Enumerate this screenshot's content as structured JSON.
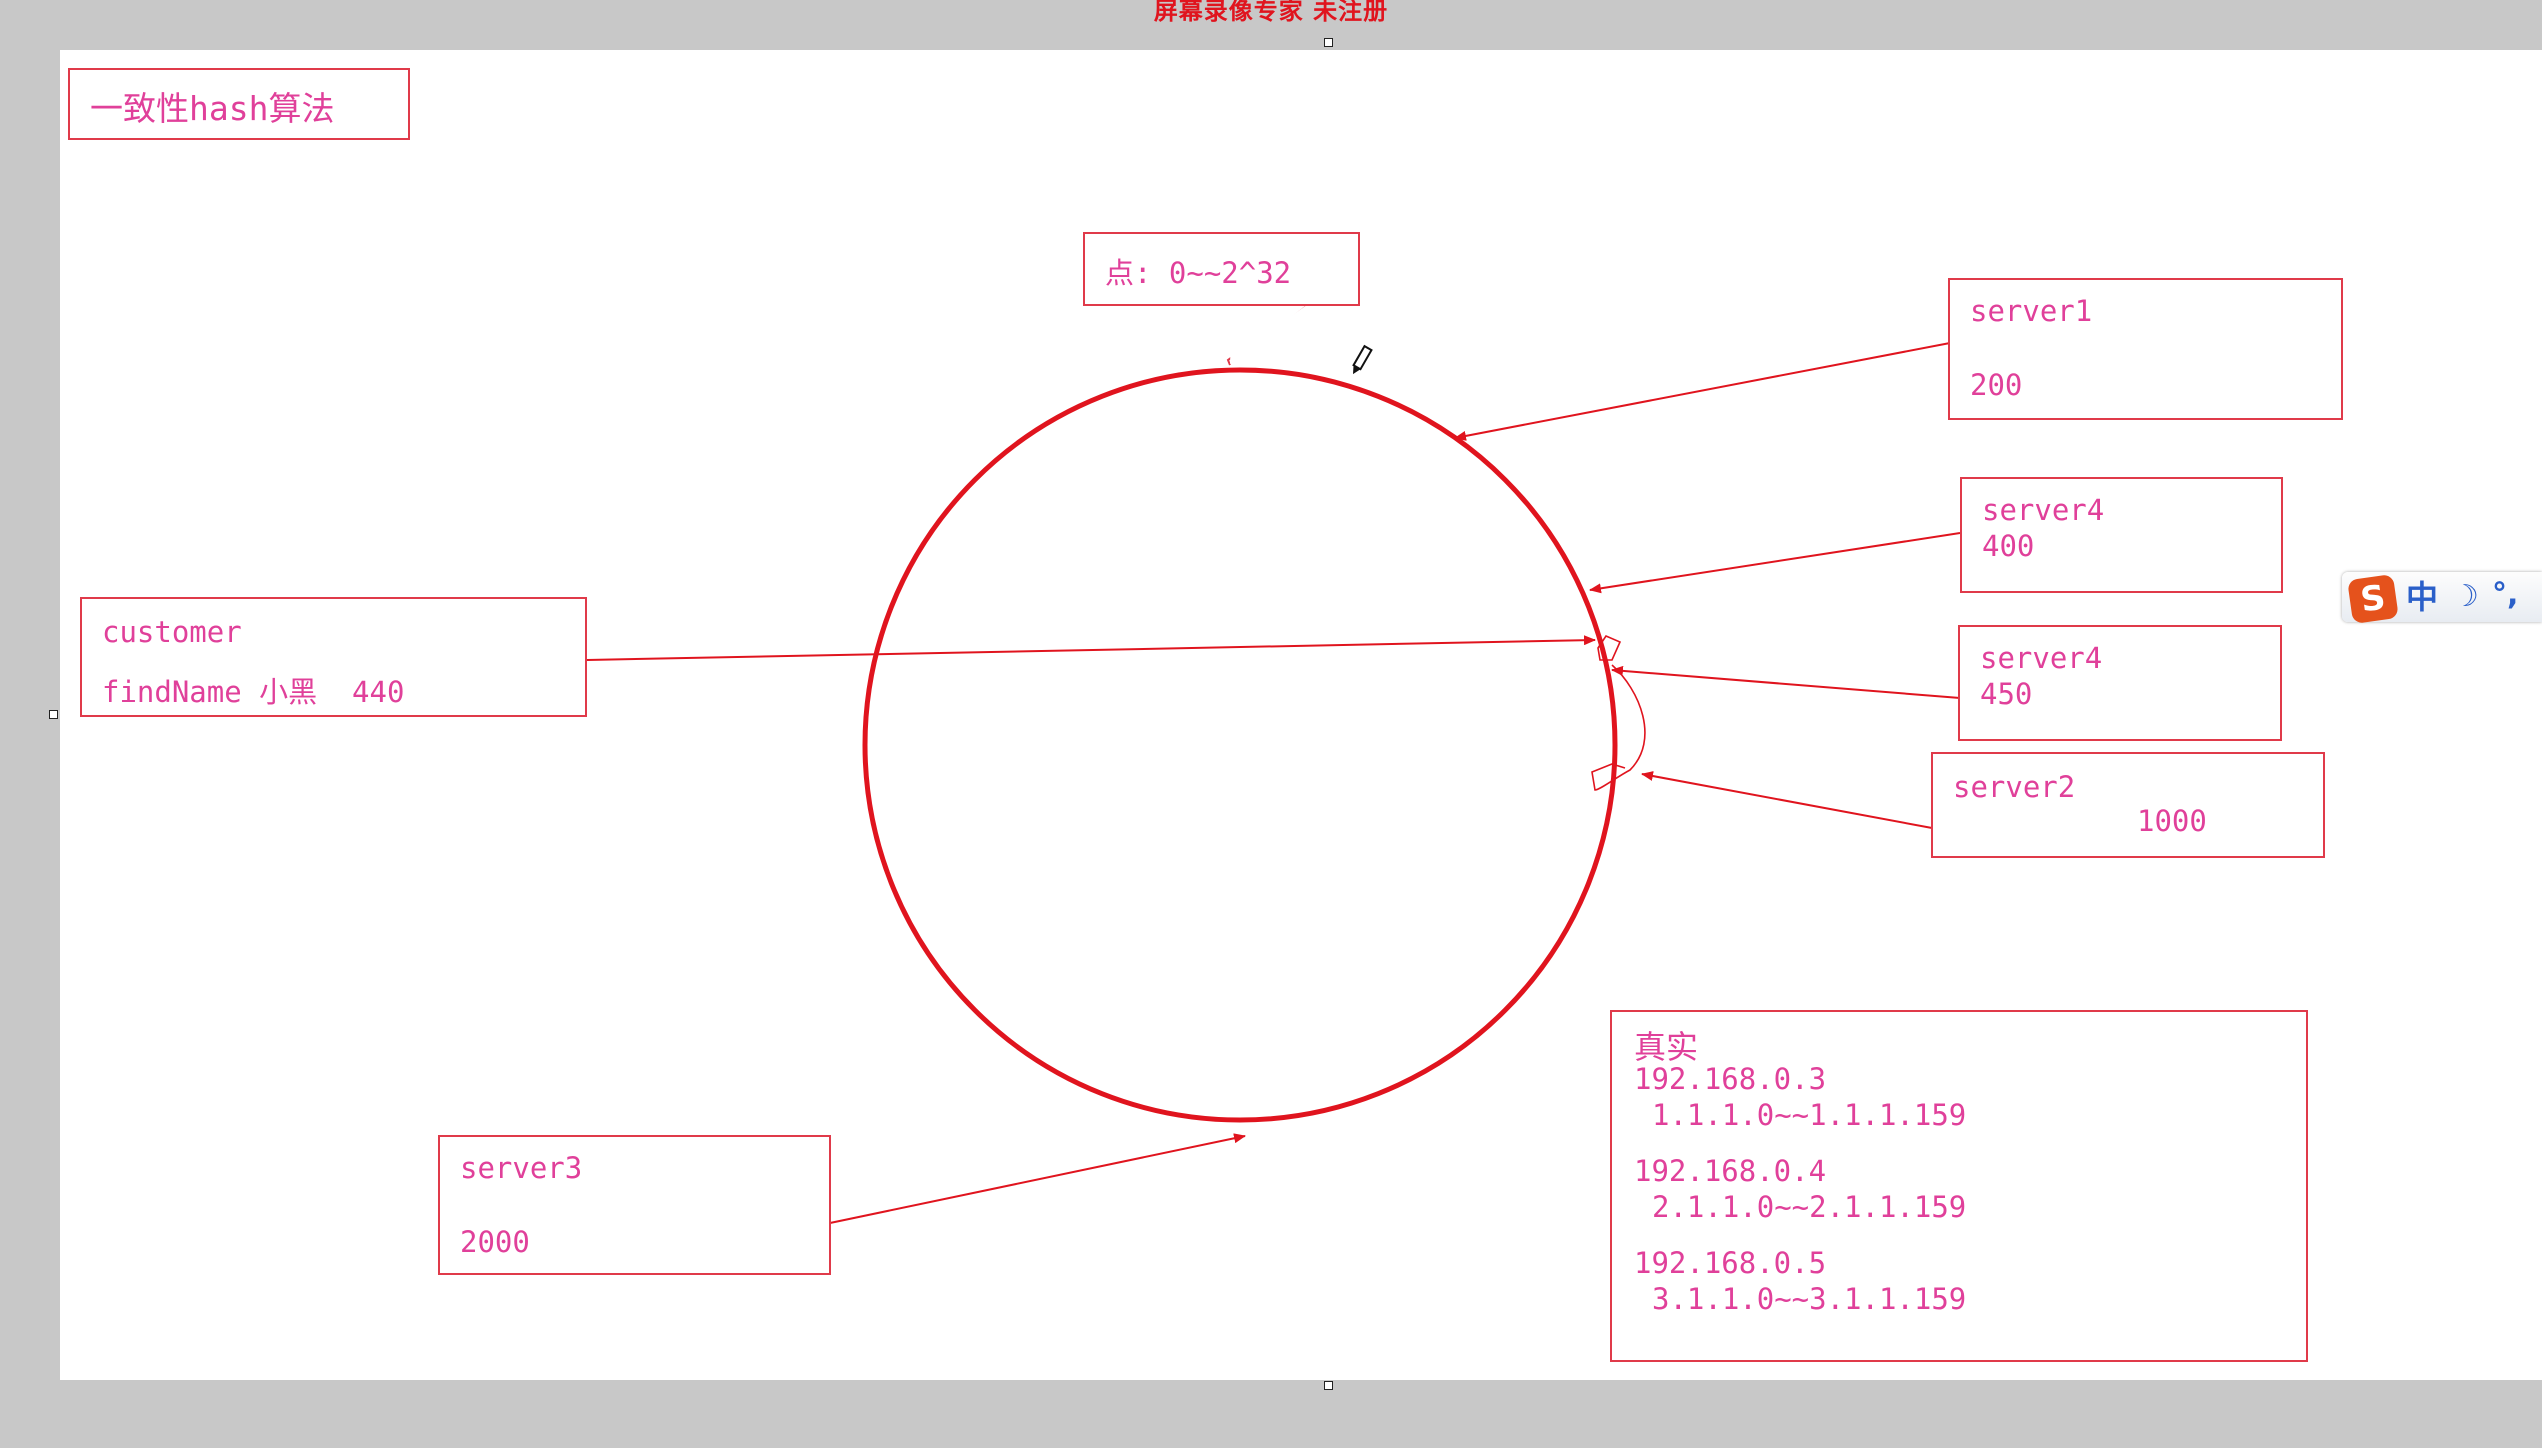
{
  "watermark": "屏幕录像专家 未注册",
  "diagram": {
    "title": "一致性hash算法",
    "ring_callout": "点: 0~~2^32",
    "customer": {
      "line1": "customer",
      "line2": "findName 小黑  440"
    },
    "servers": [
      {
        "name": "server1",
        "value": "200"
      },
      {
        "name": "server4",
        "value": "400"
      },
      {
        "name": "server4",
        "value": "450"
      },
      {
        "name": "server2",
        "value": "1000"
      },
      {
        "name": "server3",
        "value": "2000"
      }
    ],
    "real": {
      "heading": "真实",
      "entries": [
        {
          "ip": "192.168.0.3",
          "range": "1.1.1.0~~1.1.1.159"
        },
        {
          "ip": "192.168.0.4",
          "range": "2.1.1.0~~2.1.1.159"
        },
        {
          "ip": "192.168.0.5",
          "range": "3.1.1.0~~3.1.1.159"
        }
      ]
    }
  },
  "ime": {
    "logo": "S",
    "lang": "中",
    "moon": "☽",
    "punct": "°,"
  },
  "colors": {
    "ring": "#e0141e",
    "text": "#e0409a",
    "border": "#e03a4a"
  }
}
